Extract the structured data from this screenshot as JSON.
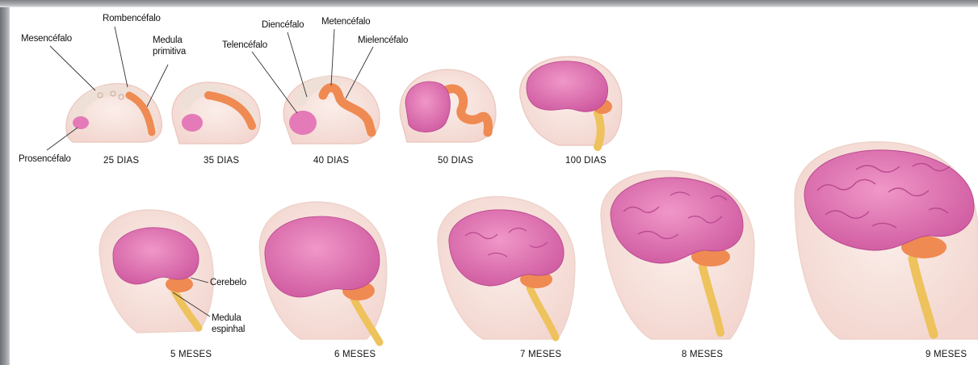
{
  "labels": {
    "rombencefalo": "Rombencéfalo",
    "mesencefalo": "Mesencéfalo",
    "medula_primitiva_1": "Medula",
    "medula_primitiva_2": "primitiva",
    "prosencefalo": "Prosencéfalo",
    "telencefalo": "Telencéfalo",
    "diencefalo": "Diencéfalo",
    "metencefalo": "Metencéfalo",
    "mielencefalo": "Mielencéfalo",
    "cerebelo": "Cerebelo",
    "medula_espinhal_1": "Medula",
    "medula_espinhal_2": "espinhal"
  },
  "stages": [
    "25 DIAS",
    "35 DIAS",
    "40 DIAS",
    "50 DIAS",
    "100 DIAS",
    "5 MESES",
    "6 MESES",
    "7 MESES",
    "8 MESES",
    "9 MESES"
  ],
  "colors": {
    "brain_pink": "#e47ab7",
    "brain_dark": "#b9488e",
    "head_tint": "#f8e4df",
    "head_outline": "#e9c6bd",
    "cord_orange": "#ef8a52",
    "cord_yellow": "#eec25c",
    "neural_tube_light": "#efe0d7"
  }
}
